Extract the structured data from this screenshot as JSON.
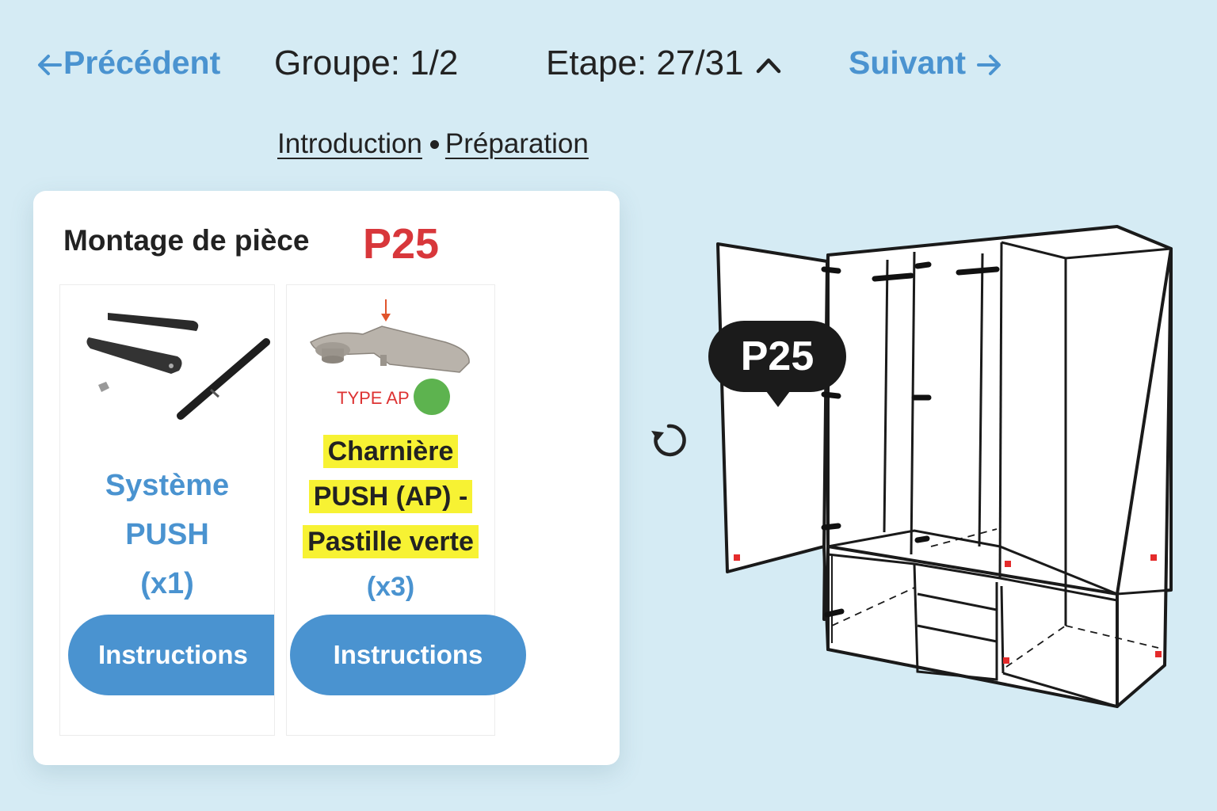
{
  "nav": {
    "prev_label": "Précédent",
    "group_text": "Groupe: 1/2",
    "step_text": "Etape: 27/31",
    "next_label": "Suivant"
  },
  "breadcrumb": [
    "Introduction",
    "Préparation"
  ],
  "panel": {
    "title": "Montage de pièce",
    "part_ref": "P25",
    "cards": [
      {
        "name": "Système PUSH",
        "qty": "(x1)",
        "button_label": "Instructions"
      },
      {
        "type_label": "TYPE AP",
        "name": "Charnière PUSH (AP) - Pastille verte",
        "qty": "(x3)",
        "button_label": "Instructions",
        "highlight_color": "#f7f233",
        "badge_color": "#5db34f"
      }
    ]
  },
  "diagram": {
    "callout": "P25"
  },
  "colors": {
    "background": "#d5ebf4",
    "accent": "#4a93d0",
    "part_ref": "#d8373b"
  }
}
